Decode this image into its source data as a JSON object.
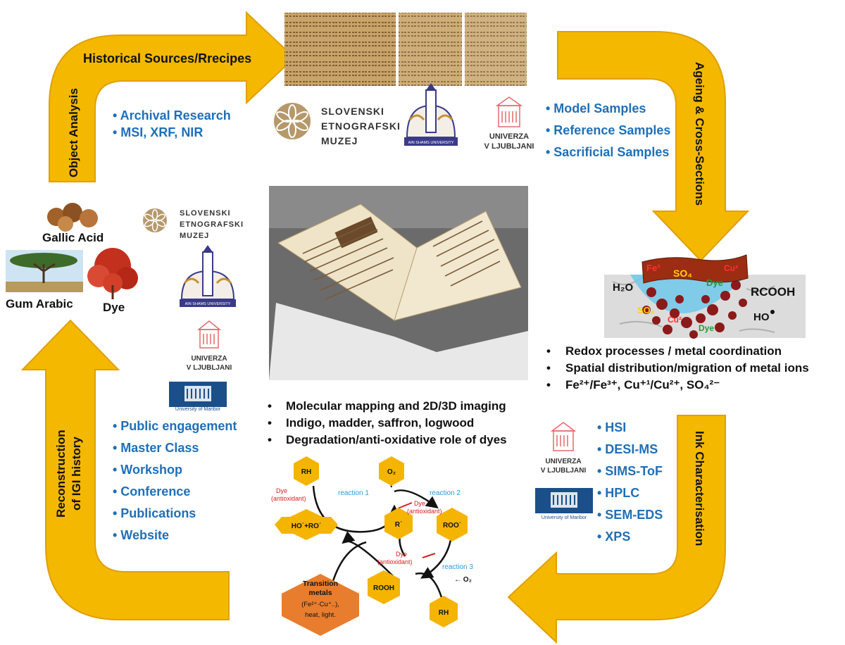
{
  "colors": {
    "arrow": "#f5b800",
    "arrow_edge": "#e0a000",
    "blue_text": "#1f6fb8",
    "hexagon": "#f4b400",
    "metal_hex": "#e87d2e",
    "red_text": "#d62020",
    "reaction_text": "#2a9ad8"
  },
  "arrows": {
    "top": "Historical Sources/Rrecipes",
    "left_up": "Object Analysis",
    "right_down": "Ageing & Cross-Sections",
    "right_up": "Ink Characterisation",
    "left_bottom_line1": "Reconstruction",
    "left_bottom_line2": "of IGI history"
  },
  "research_list": [
    "• Archival Research",
    "• MSI, XRF, NIR"
  ],
  "samples_list": [
    "• Model Samples",
    "• Reference Samples",
    "• Sacrificial Samples"
  ],
  "engagement_list": [
    "• Public engagement",
    "• Master Class",
    "• Workshop",
    "• Conference",
    "• Publications",
    "• Website"
  ],
  "techniques_list": [
    "• HSI",
    "• DESI-MS",
    "• SIMS-ToF",
    "• HPLC",
    "• SEM-EDS",
    "• XPS"
  ],
  "ingredients": {
    "gallic": "Gallic  Acid",
    "gum": "Gum  Arabic",
    "dye": "Dye"
  },
  "logos": {
    "sem_line1": "SLOVENSKI",
    "sem_line2": "ETNOGRAFSKI",
    "sem_line3": "MUZEJ",
    "ul_line1": "UNIVERZA",
    "ul_line2": "V LJUBLJANI",
    "ain_shams": "AIN SHAMS UNIVERSITY",
    "maribor": "University of Maribor"
  },
  "cross_section": {
    "h2o": "H₂O",
    "rcooh": "RCOOH",
    "ho": "HO",
    "fe": "Fe³",
    "so4": "SO₄",
    "cu": "Cu²",
    "dye": "Dye"
  },
  "process_bullets": {
    "b1": "Redox processes / metal coordination",
    "b2": "Spatial distribution/migration of metal ions",
    "b3": "Fe²⁺/Fe³⁺, Cu⁺¹/Cu²⁺, SO₄²⁻"
  },
  "dye_bullets": {
    "b1": "Molecular mapping and 2D/3D  imaging",
    "b2": "Indigo, madder, saffron, logwood",
    "b3": "Degradation/anti-oxidative role of dyes"
  },
  "reaction_scheme": {
    "rh_top": "RH",
    "o2_top": "O₂",
    "ho_ro": "HO˙+RO˙",
    "r_rad": "R˙",
    "roo": "ROO˙",
    "rooh": "ROOH",
    "rh_bottom": "RH",
    "o2_right": "← O₂",
    "dye_label": "Dye",
    "antioxidant": "(antioxidant)",
    "reaction1": "reaction 1",
    "reaction2": "reaction 2",
    "reaction3": "reaction 3",
    "metals_title1": "Transition",
    "metals_title2": "metals",
    "metals_sub1": "(Fe²⁺·Cu⁺..),",
    "metals_sub2": "heat, light."
  }
}
